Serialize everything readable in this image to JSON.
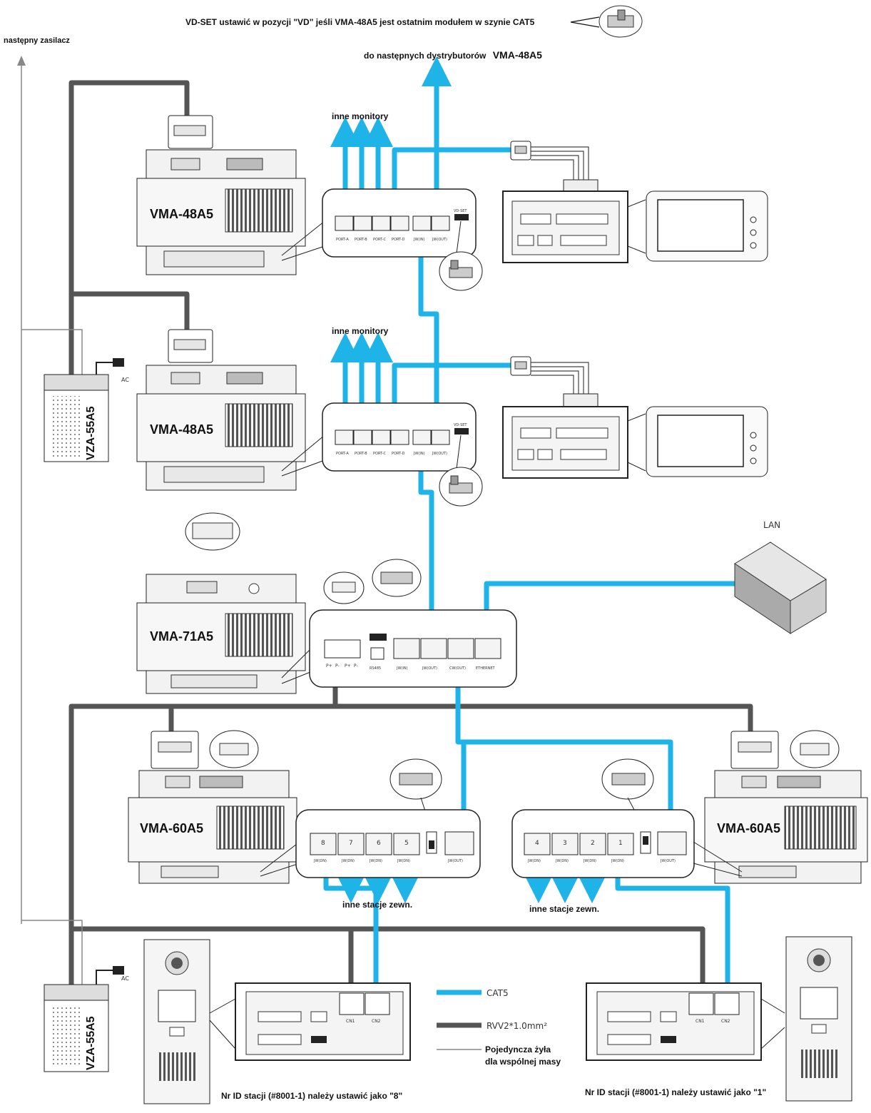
{
  "header": {
    "vd_set_note": "VD-SET ustawić w pozycji \"VD\" jeśli VMA-48A5 jest ostatnim modułem w szynie CAT5",
    "next_psu": "następny zasilacz",
    "to_next_distributors_prefix": "do następnych dystrybutorów",
    "to_next_distributors_model": "VMA-48A5"
  },
  "labels": {
    "other_monitors": "inne monitory",
    "other_outdoor_stations": "inne stacje zewn.",
    "lan": "LAN",
    "ac": "AC"
  },
  "modules": {
    "distributor": "VMA-48A5",
    "controller": "VMA-71A5",
    "outdoor_distributor": "VMA-60A5",
    "psu": "VZA-55A5"
  },
  "ports": {
    "distributor": [
      "PORT-A",
      "PORT-B",
      "PORT-C",
      "PORT-D",
      "JW(IN)",
      "JW(OUT)"
    ],
    "controller": [
      "JW(IN)",
      "JW(OUT)",
      "CW(OUT)",
      "ETHERNET"
    ],
    "controller_terminals": [
      "P+",
      "P-",
      "P+",
      "P-",
      "RS485"
    ],
    "outdoor_left": [
      "8",
      "7",
      "6",
      "5"
    ],
    "outdoor_right": [
      "4",
      "3",
      "2",
      "1"
    ],
    "outdoor_port_label": "JW(DN)",
    "outdoor_out_label": "JW(OUT)",
    "vd_switch": "VD-SET",
    "station": [
      "CN1",
      "CN2"
    ]
  },
  "legend": {
    "cat5": "CAT5",
    "rvv": "RVV2*1.0mm²",
    "single_wire_1": "Pojedyncza żyła",
    "single_wire_2": "dla wspólnej masy"
  },
  "notes": {
    "station_left": "Nr ID stacji (#8001-1) należy ustawić jako \"8\"",
    "station_right": "Nr ID stacji (#8001-1) należy ustawić jako \"1\""
  },
  "colors": {
    "cat5": "#1fb4e8",
    "rvv": "#555555",
    "thin": "#888888",
    "device_fill": "#f2f2f2",
    "device_stroke": "#222222"
  }
}
